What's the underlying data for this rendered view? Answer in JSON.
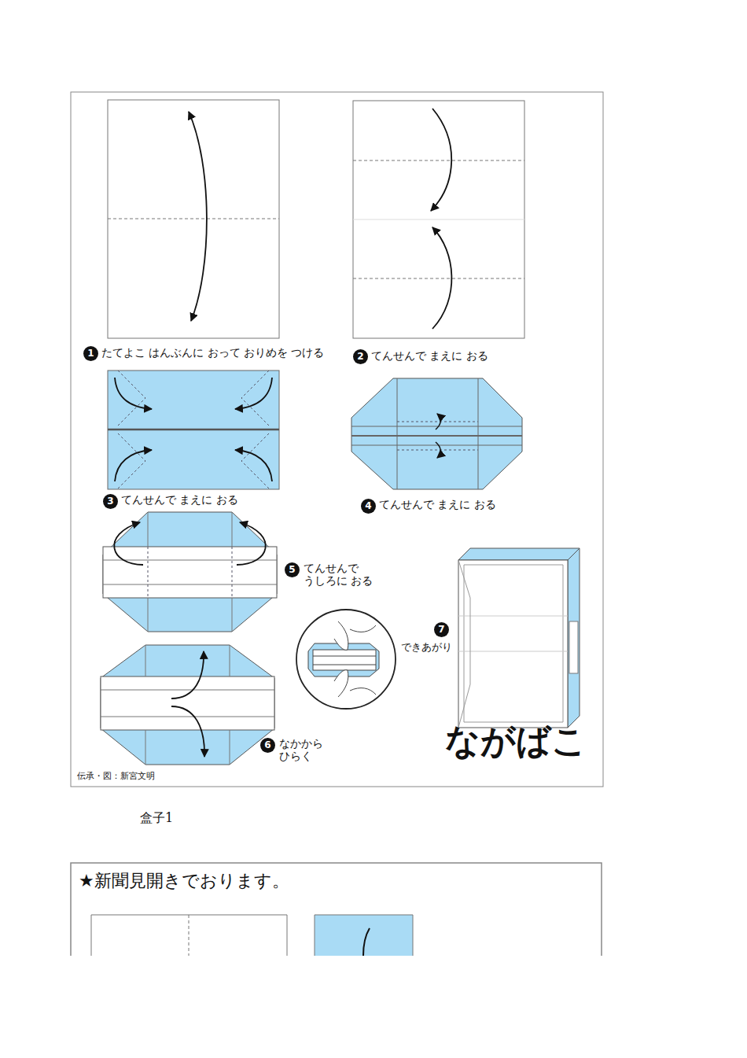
{
  "diagram": {
    "title": "ながばこ",
    "caption": "盒子1",
    "labels": [
      "1",
      "たてよこ はんぶんに おって おりめを つける",
      "2",
      "てんせんで まえに おる",
      "3",
      "てんせんで まえに おる",
      "4",
      "てんせんで まえに おる",
      "5",
      "てんせんで うしろに おる",
      "6",
      "なかから ひらく",
      "7",
      "できあがり",
      "伝承・図：新宮文明",
      "★新聞見開きでおります。"
    ]
  }
}
